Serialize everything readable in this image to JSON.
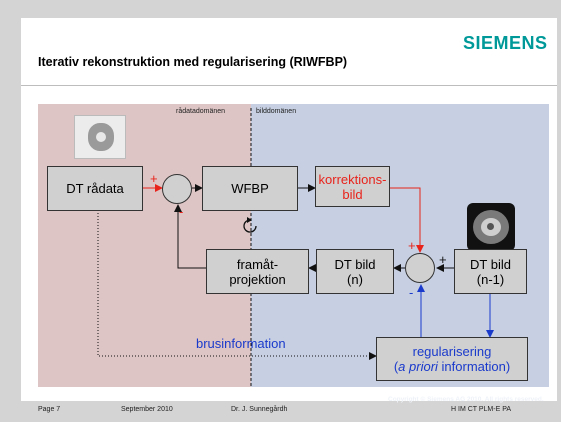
{
  "header": {
    "brand": "SIEMENS",
    "title": "Iterativ rekonstruktion med regularisering (RIWFBP)"
  },
  "diagram": {
    "domain_left": "rådatadomänen",
    "domain_right": "bilddomänen",
    "boxes": {
      "dt_radata": "DT rådata",
      "wfbp": "WFBP",
      "korrektionsbild_1": "korrektions-",
      "korrektionsbild_2": "bild",
      "framat_1": "framåt-",
      "framat_2": "projektion",
      "dt_bild_n_1": "DT bild",
      "dt_bild_n_2": "(n)",
      "dt_bild_prev_1": "DT bild",
      "dt_bild_prev_2": "(n-1)",
      "reg_1": "regularisering",
      "reg_2a": "(",
      "reg_2b": "a priori",
      "reg_2c": " information)"
    },
    "signs": {
      "sum1_plus": "+",
      "sum1_minus": "-",
      "sum2_plus_top": "+",
      "sum2_plus_right": "+",
      "sum2_minus": "-"
    },
    "brusinformation": "brusinformation",
    "colors": {
      "red": "#e8231b",
      "blue": "#1a3acc",
      "box_fill": "#d0d0d0",
      "left_panel": "#dec5c5",
      "right_panel": "#c6d0e2"
    }
  },
  "footer": {
    "page": "Page 7",
    "date": "September 2010",
    "author": "Dr. J. Sunnegårdh",
    "copyright": "Copyright © Siemens AG 2010. All rights reserved.",
    "dept": "H IM CT PLM-E PA"
  }
}
